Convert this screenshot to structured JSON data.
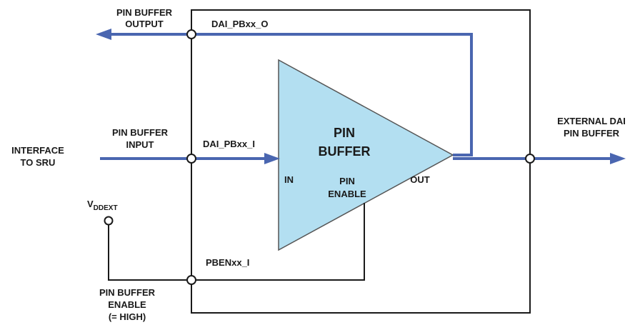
{
  "diagram": {
    "colors": {
      "signal": "#4a66b0",
      "wire": "#1a1a1a",
      "buffer_fill": "#b3dff1",
      "buffer_stroke": "#555555"
    },
    "labels": {
      "pin_buffer_output_1": "PIN BUFFER",
      "pin_buffer_output_2": "OUTPUT",
      "dai_pb_o": "DAI_PBxx_O",
      "pin_buffer_input_1": "PIN BUFFER",
      "pin_buffer_input_2": "INPUT",
      "dai_pb_i": "DAI_PBxx_I",
      "interface_1": "INTERFACE",
      "interface_2": "TO SRU",
      "external_1": "EXTERNAL DAI",
      "external_2": "PIN BUFFER",
      "vddext_main": "V",
      "vddext_sub": "DDEXT",
      "pben": "PBENxx_I",
      "enable_1": "PIN BUFFER",
      "enable_2": "ENABLE",
      "enable_3": "(= HIGH)"
    },
    "buffer": {
      "title_1": "PIN",
      "title_2": "BUFFER",
      "in_label": "IN",
      "out_label": "OUT",
      "enable_1": "PIN",
      "enable_2": "ENABLE"
    }
  }
}
